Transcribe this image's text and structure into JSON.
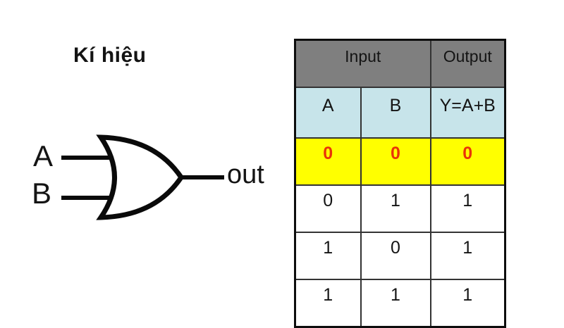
{
  "title": "Kí hiệu",
  "gate": {
    "type": "or-gate",
    "input_a_label": "A",
    "input_b_label": "B",
    "output_label": "out"
  },
  "truth_table": {
    "group_headers": {
      "input": "Input",
      "output": "Output"
    },
    "column_headers": {
      "a": "A",
      "b": "B",
      "y": "Y=A+B"
    },
    "rows": [
      {
        "values": [
          "0",
          "0",
          "0"
        ],
        "highlight": true
      },
      {
        "values": [
          "0",
          "1",
          "1"
        ],
        "highlight": false
      },
      {
        "values": [
          "1",
          "0",
          "1"
        ],
        "highlight": false
      },
      {
        "values": [
          "1",
          "1",
          "1"
        ],
        "highlight": false
      }
    ],
    "colors": {
      "header_bg": "#7f7f7f",
      "subheader_bg": "#c7e4ea",
      "highlight_bg": "#ffff00",
      "highlight_text": "#e93408",
      "border": "#333333"
    }
  }
}
